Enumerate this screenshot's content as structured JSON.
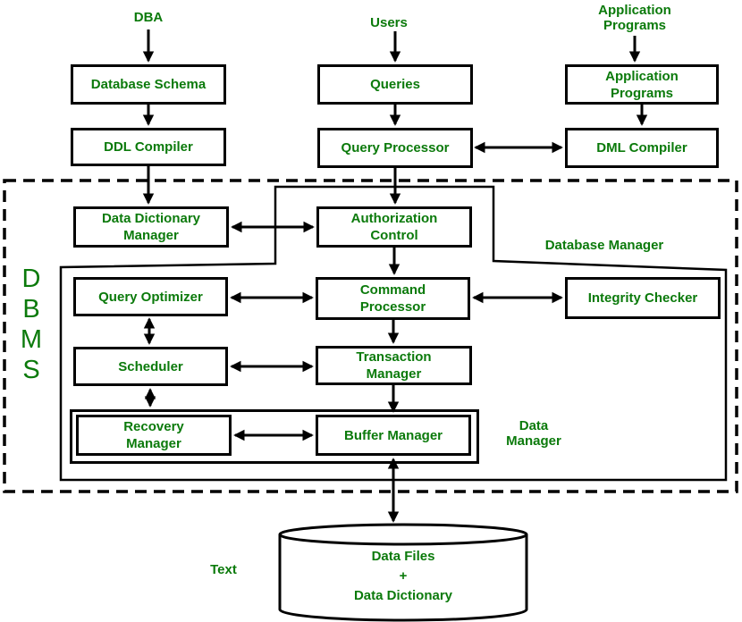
{
  "colors": {
    "green": "#0b7a0b",
    "black": "#000000",
    "background": "#ffffff"
  },
  "top_labels": {
    "dba": "DBA",
    "users": "Users",
    "application_programs": "Application\nPrograms"
  },
  "boxes": {
    "database_schema": "Database Schema",
    "ddl_compiler": "DDL Compiler",
    "queries": "Queries",
    "query_processor": "Query Processor",
    "application_programs": "Application\nPrograms",
    "dml_compiler": "DML Compiler",
    "data_dictionary_manager": "Data Dictionary\nManager",
    "authorization_control": "Authorization\nControl",
    "query_optimizer": "Query Optimizer",
    "command_processor": "Command\nProcessor",
    "integrity_checker": "Integrity Checker",
    "scheduler": "Scheduler",
    "transaction_manager": "Transaction\nManager",
    "recovery_manager": "Recovery\nManager",
    "buffer_manager": "Buffer Manager"
  },
  "region_labels": {
    "dbms": "D\nB\nM\nS",
    "database_manager": "Database Manager",
    "data_manager": "Data\nManager",
    "text": "Text"
  },
  "datastore": {
    "label": "Data Files\n+\nData Dictionary"
  }
}
